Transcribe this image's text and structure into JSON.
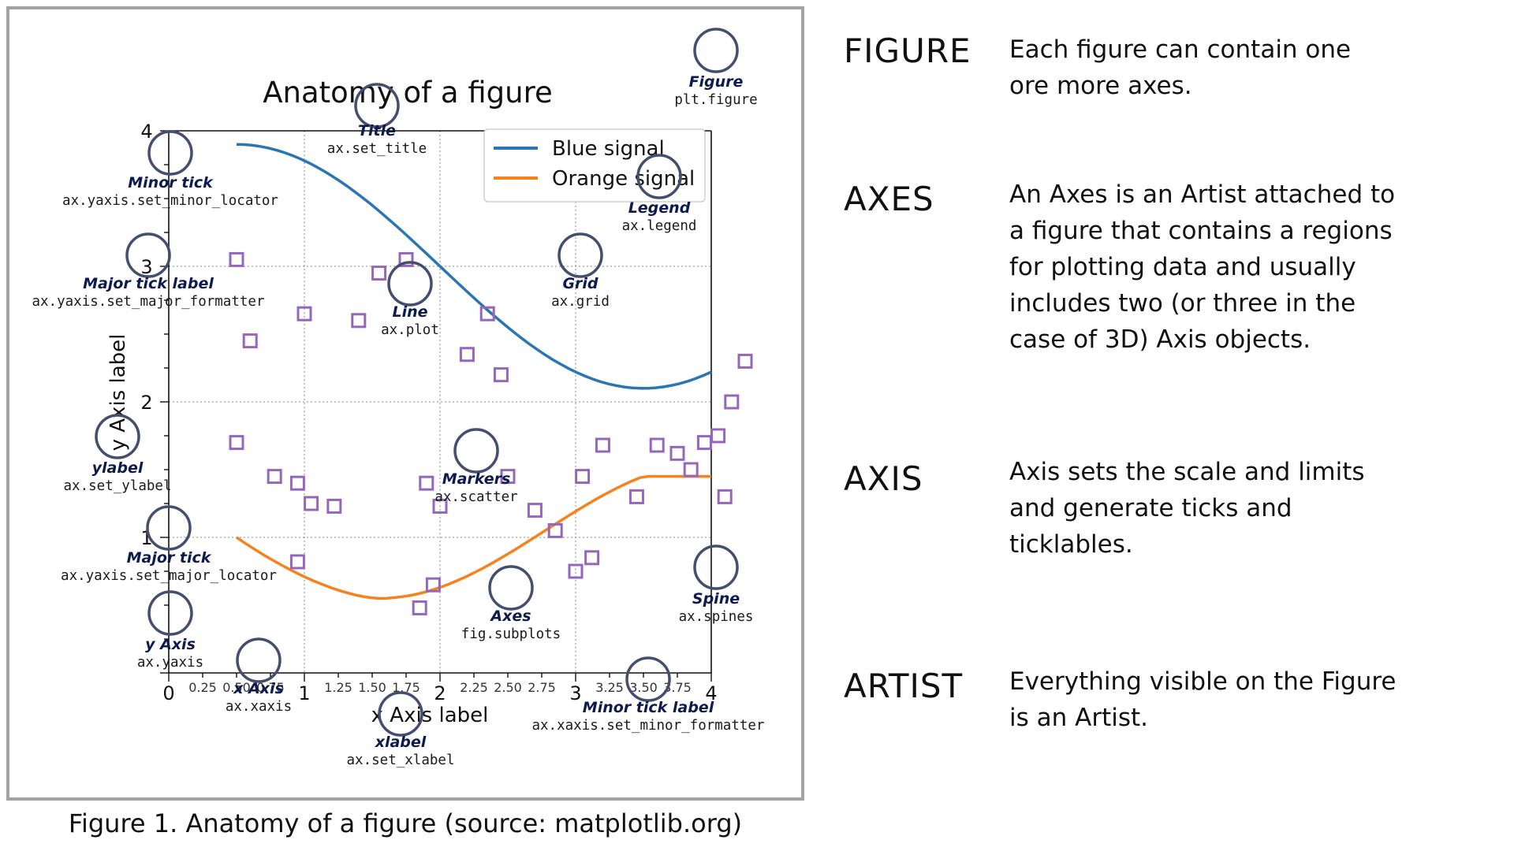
{
  "figure": {
    "title": "Anatomy of a figure",
    "xlabel": "x Axis label",
    "ylabel": "y Axis label",
    "legend": [
      "Blue signal",
      "Orange signal"
    ],
    "major_ticks_x": [
      "0",
      "1",
      "2",
      "3",
      "4"
    ],
    "minor_ticks_x": [
      "0.25",
      "0.50",
      "0.75",
      "1.25",
      "1.50",
      "1.75",
      "2.25",
      "2.50",
      "2.75",
      "3.25",
      "3.50",
      "3.75"
    ],
    "major_ticks_y": [
      "1",
      "2",
      "3",
      "4"
    ],
    "colors": {
      "blue": "#2a76b4",
      "orange": "#f6821e",
      "markers": "#9467bd",
      "circles": "#454e6e",
      "label_text": "#0d1a4f"
    },
    "annotations": [
      {
        "key": "figure",
        "title": "Figure",
        "code": "plt.figure"
      },
      {
        "key": "title",
        "title": "Title",
        "code": "ax.set_title"
      },
      {
        "key": "minor_tick",
        "title": "Minor tick",
        "code": "ax.yaxis.set_minor_locator"
      },
      {
        "key": "legend",
        "title": "Legend",
        "code": "ax.legend"
      },
      {
        "key": "major_tick_label",
        "title": "Major tick label",
        "code": "ax.yaxis.set_major_formatter"
      },
      {
        "key": "grid",
        "title": "Grid",
        "code": "ax.grid"
      },
      {
        "key": "line",
        "title": "Line",
        "code": "ax.plot"
      },
      {
        "key": "ylabel",
        "title": "ylabel",
        "code": "ax.set_ylabel"
      },
      {
        "key": "markers",
        "title": "Markers",
        "code": "ax.scatter"
      },
      {
        "key": "major_tick",
        "title": "Major tick",
        "code": "ax.yaxis.set_major_locator"
      },
      {
        "key": "spine",
        "title": "Spine",
        "code": "ax.spines"
      },
      {
        "key": "axes",
        "title": "Axes",
        "code": "fig.subplots"
      },
      {
        "key": "y_axis",
        "title": "y Axis",
        "code": "ax.yaxis"
      },
      {
        "key": "x_axis",
        "title": "x Axis",
        "code": "ax.xaxis"
      },
      {
        "key": "minor_tick_label",
        "title": "Minor tick label",
        "code": "ax.xaxis.set_minor_formatter"
      },
      {
        "key": "xlabel",
        "title": "xlabel",
        "code": "ax.set_xlabel"
      }
    ],
    "scatter_points": [
      [
        0.5,
        3.05
      ],
      [
        0.6,
        2.45
      ],
      [
        0.5,
        1.7
      ],
      [
        0.78,
        1.45
      ],
      [
        0.95,
        1.4
      ],
      [
        1.05,
        1.25
      ],
      [
        1.22,
        1.23
      ],
      [
        1.0,
        2.65
      ],
      [
        1.4,
        2.6
      ],
      [
        1.55,
        2.95
      ],
      [
        1.75,
        3.05
      ],
      [
        1.9,
        1.4
      ],
      [
        2.0,
        1.23
      ],
      [
        1.85,
        0.48
      ],
      [
        1.95,
        0.65
      ],
      [
        2.2,
        2.35
      ],
      [
        2.35,
        2.65
      ],
      [
        2.45,
        2.2
      ],
      [
        2.5,
        1.45
      ],
      [
        2.7,
        1.2
      ],
      [
        2.85,
        1.05
      ],
      [
        3.0,
        0.75
      ],
      [
        3.12,
        0.85
      ],
      [
        3.2,
        1.68
      ],
      [
        3.45,
        1.3
      ],
      [
        3.6,
        1.68
      ],
      [
        3.75,
        1.62
      ],
      [
        3.85,
        1.5
      ],
      [
        3.95,
        1.7
      ],
      [
        4.05,
        1.75
      ],
      [
        4.1,
        1.3
      ],
      [
        4.15,
        2.0
      ],
      [
        4.25,
        2.3
      ],
      [
        3.05,
        1.45
      ],
      [
        0.95,
        0.82
      ]
    ]
  },
  "caption": "Figure 1. Anatomy of a figure (source: matplotlib.org)",
  "definitions": [
    {
      "term": "FIGURE",
      "lines": [
        "Each figure can contain one",
        "ore more axes."
      ]
    },
    {
      "term": "AXES",
      "lines": [
        "An Axes is an Artist attached to",
        "a figure that contains a regions",
        "for plotting data and usually",
        "includes two (or three in the",
        "case of 3D) Axis objects."
      ]
    },
    {
      "term": "AXIS",
      "lines": [
        "Axis sets the scale and limits",
        "and generate ticks and",
        "ticklables."
      ]
    },
    {
      "term": "ARTIST",
      "lines": [
        "Everything visible on the Figure",
        "is an Artist."
      ]
    }
  ]
}
